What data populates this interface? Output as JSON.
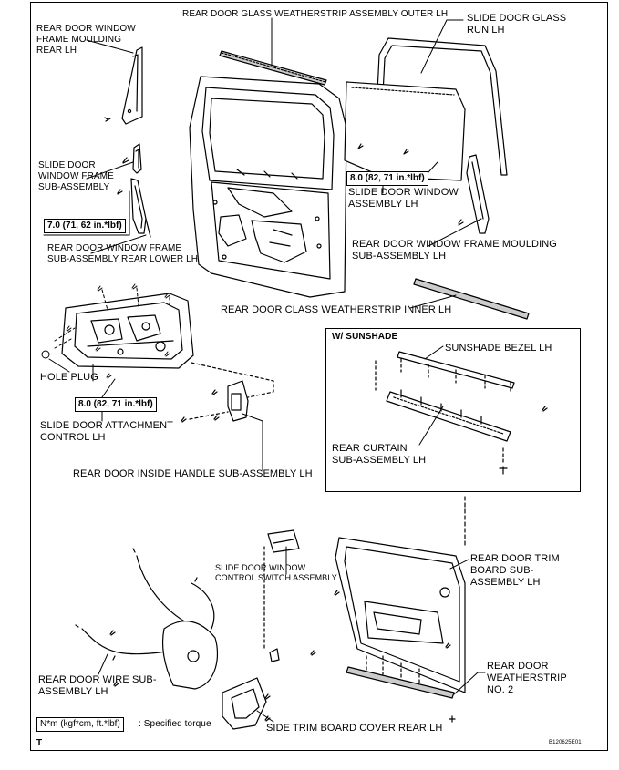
{
  "labels": {
    "glass_weatherstrip_outer": "REAR DOOR GLASS WEATHERSTRIP ASSEMBLY OUTER LH",
    "window_frame_moulding": "REAR DOOR WINDOW\nFRAME MOULDING\nREAR LH",
    "slide_door_glass_run": "SLIDE DOOR GLASS\nRUN LH",
    "slide_door_window_frame": "SLIDE DOOR\nWINDOW FRAME\nSUB-ASSEMBLY",
    "slide_door_window_assembly": "SLIDE DOOR WINDOW\nASSEMBLY LH",
    "frame_rear_lower": "REAR DOOR WINDOW FRAME\nSUB-ASSEMBLY REAR LOWER LH",
    "frame_moulding_sub": "REAR DOOR WINDOW FRAME MOULDING\nSUB-ASSEMBLY LH",
    "glass_weatherstrip_inner": "REAR DOOR CLASS WEATHERSTRIP INNER LH",
    "w_sunshade": "W/ SUNSHADE",
    "sunshade_bezel": "SUNSHADE BEZEL LH",
    "hole_plug": "HOLE PLUG",
    "attachment_control": "SLIDE DOOR ATTACHMENT\nCONTROL LH",
    "rear_curtain": "REAR CURTAIN\nSUB-ASSEMBLY LH",
    "inside_handle": "REAR DOOR INSIDE HANDLE SUB-ASSEMBLY LH",
    "window_control_switch": "SLIDE DOOR WINDOW\nCONTROL SWITCH ASSEMBLY",
    "trim_board": "REAR DOOR TRIM\nBOARD SUB-\nASSEMBLY LH",
    "wire_sub": "REAR DOOR WIRE SUB-\nASSEMBLY LH",
    "weatherstrip_no2": "REAR DOOR\nWEATHERSTRIP\nNO. 2",
    "side_trim_cover": "SIDE TRIM BOARD COVER REAR LH"
  },
  "torques": {
    "window_assembly": "8.0 (82, 71 in.*lbf)",
    "frame_rear_lower": "7.0 (71, 62 in.*lbf)",
    "attachment_control": "8.0 (82, 71 in.*lbf)"
  },
  "legend": {
    "unit": "N*m (kgf*cm, ft.*lbf)",
    "text": ": Specified torque"
  },
  "corner_mark": "T",
  "figure_code": "B120625E01"
}
